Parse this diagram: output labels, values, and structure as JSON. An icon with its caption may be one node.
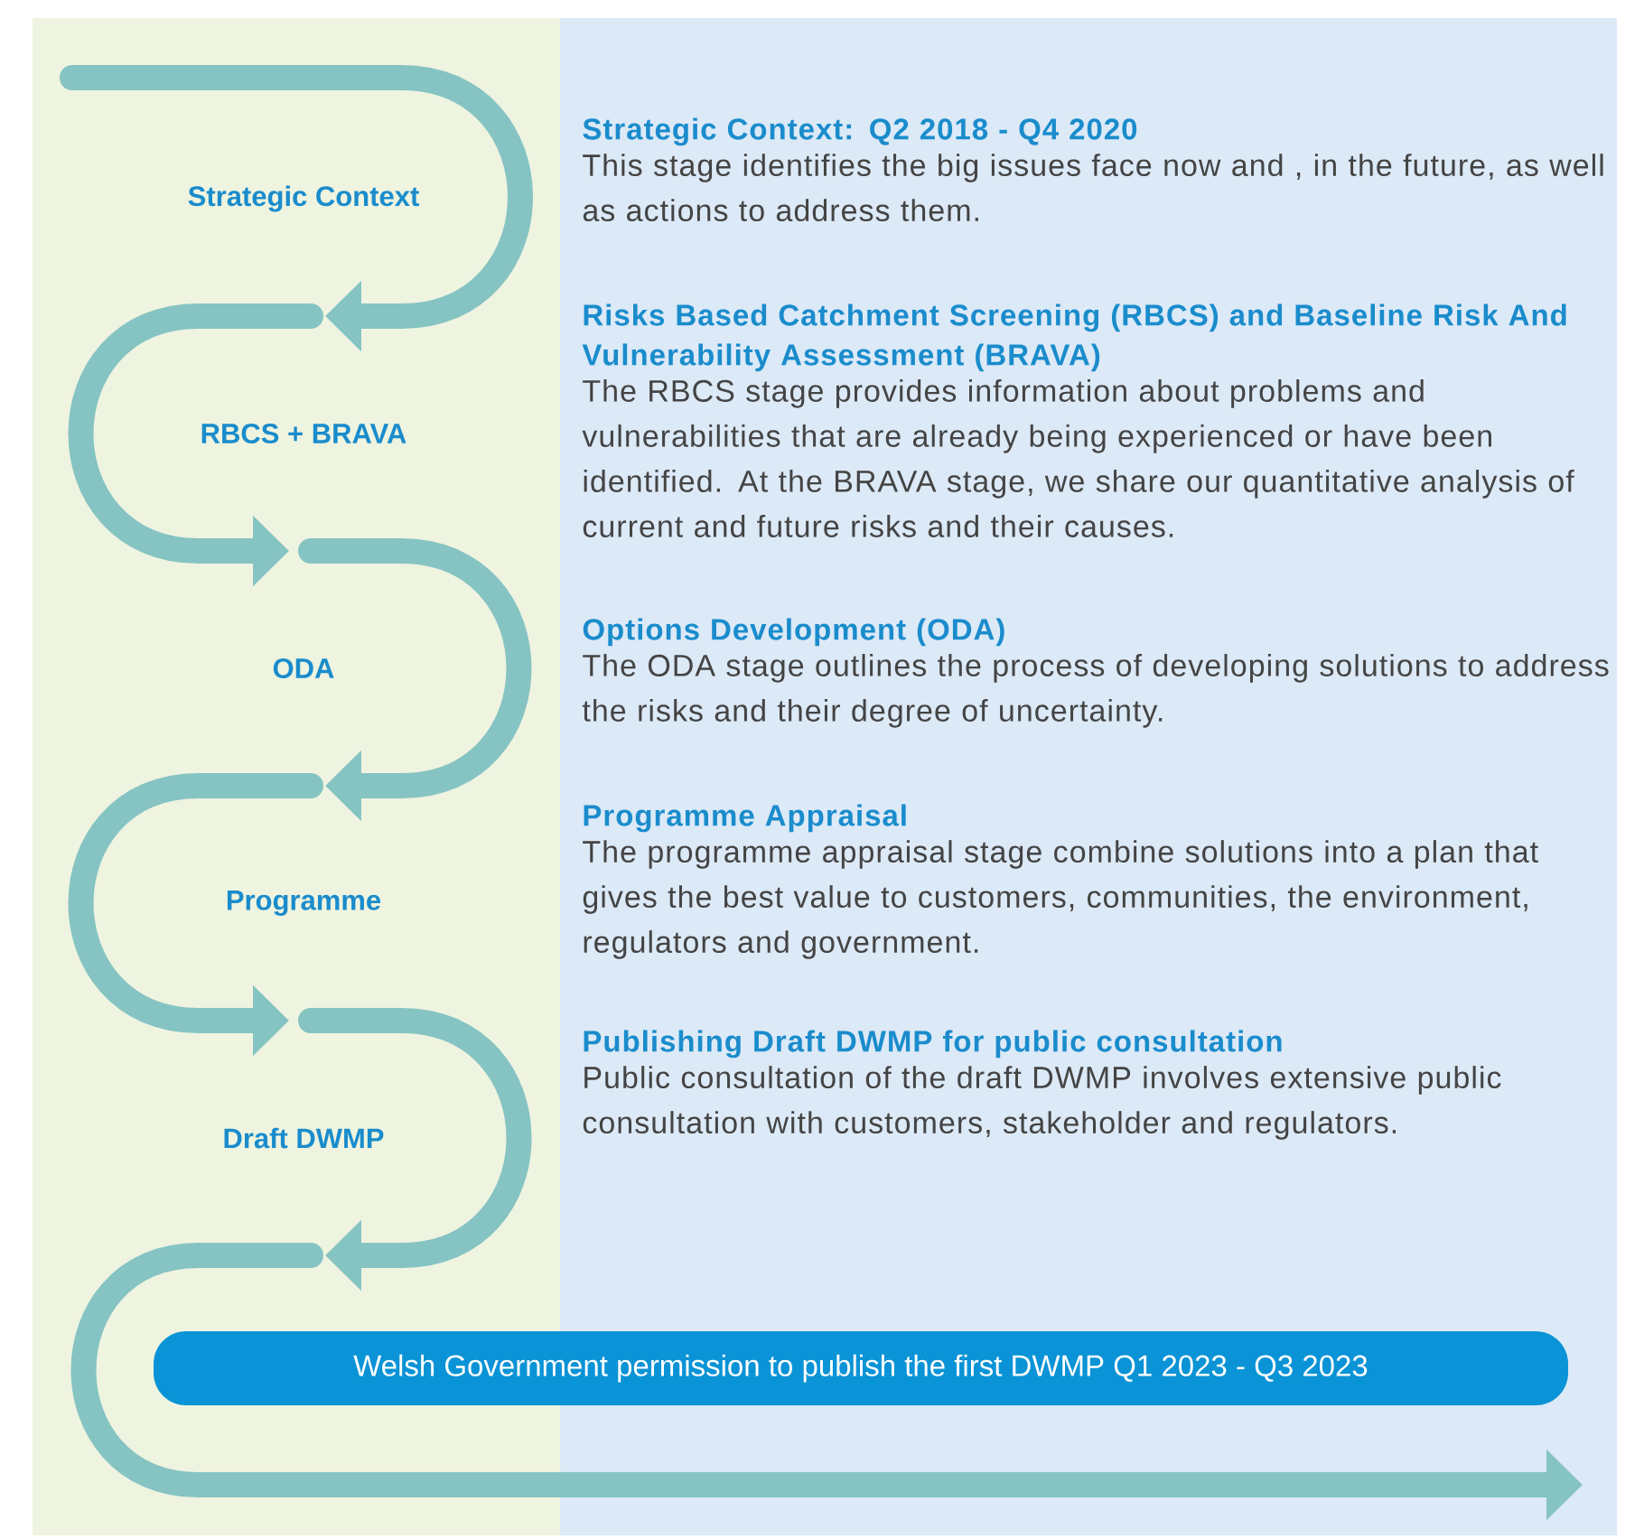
{
  "diagram": {
    "nodes": [
      {
        "text": [
          "Welsh Government permission to publish the first DWMP Q1 2023 - Q3 2023"
        ]
      }
    ],
    "labels": [
      "Strategic Context",
      "RBCS + BRAVA",
      "ODA",
      "Programme",
      "Draft DWMP",
      "Strategic Context: Q2 2018 - Q4 2020",
      "This stage identifies the big issues face now and , in the future, as well as actions to address them.",
      "Risks Based Catchment Screening (RBCS) and Baseline Risk And Vulnerability Assessment (BRAVA)",
      "The RBCS stage provides information about problems and vulnerabilities that are already being experienced or have been identified. At the BRAVA stage, we share our quantitative analysis of current and future risks and their causes.",
      "Options Development (ODA)",
      "The ODA stage outlines the process of developing solutions to address the risks and their degree of uncertainty.",
      "Programme Appraisal",
      "The programme appraisal stage combine solutions into a plan that gives the best value to customers, communities, the environment, regulators and government.",
      "Publishing Draft DWMP for public consultation",
      "Public consultation of the draft DWMP involves extensive public consultation with customers, stakeholder and regulators."
    ]
  }
}
